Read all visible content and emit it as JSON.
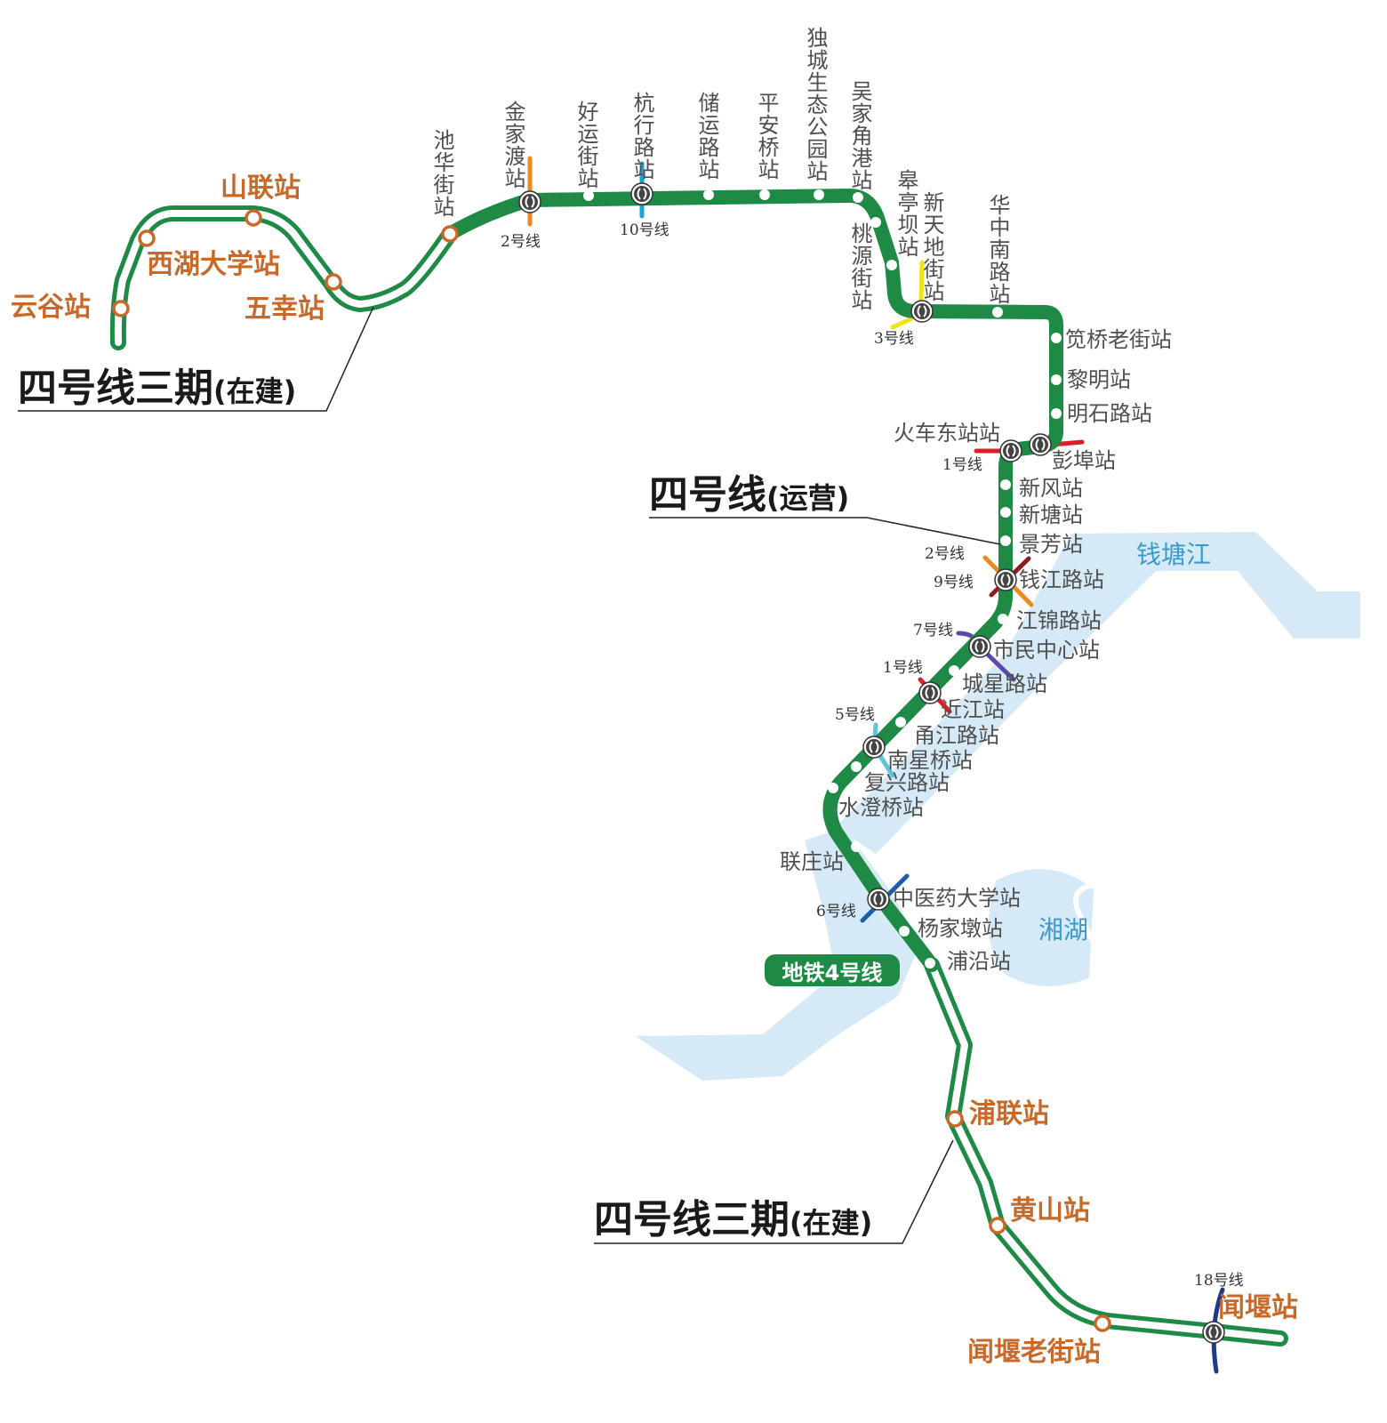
{
  "titles": {
    "west_construction": {
      "main": "四号线三期",
      "status": "(在建)"
    },
    "operating": {
      "main": "四号线",
      "status": "(运营)"
    },
    "south_construction": {
      "main": "四号线三期",
      "status": "(在建)"
    },
    "badge": "地铁4号线"
  },
  "water": {
    "river": "钱塘江",
    "lake": "湘湖"
  },
  "colors": {
    "line4": "#1f8a46",
    "construction_text": "#c8692a",
    "water": "#d5e9f7"
  },
  "construction_west": [
    "云谷站",
    "西湖大学站",
    "山联站",
    "五幸站"
  ],
  "stations_vertical": [
    "池华街站",
    "金家渡站",
    "好运街站",
    "杭行路站",
    "储运路站",
    "平安桥站",
    "独城生态公园站",
    "吴家角港站",
    "桃源街站",
    "皋亭坝站",
    "新天地街站",
    "华中南路站"
  ],
  "stations_horizontal": [
    "笕桥老街站",
    "黎明站",
    "明石路站",
    "火车东站站",
    "彭埠站",
    "新风站",
    "新塘站",
    "景芳站",
    "钱江路站",
    "江锦路站",
    "市民中心站",
    "城星路站",
    "近江站",
    "甬江路站",
    "南星桥站",
    "复兴路站",
    "水澄桥站",
    "联庄站",
    "中医药大学站",
    "杨家墩站",
    "浦沿站"
  ],
  "construction_south": [
    "浦联站",
    "黄山站",
    "闻堰老街站",
    "闻堰站"
  ],
  "transfer_lines": [
    "2号线",
    "10号线",
    "3号线",
    "1号线",
    "2号线",
    "9号线",
    "7号线",
    "1号线",
    "5号线",
    "6号线",
    "18号线"
  ]
}
